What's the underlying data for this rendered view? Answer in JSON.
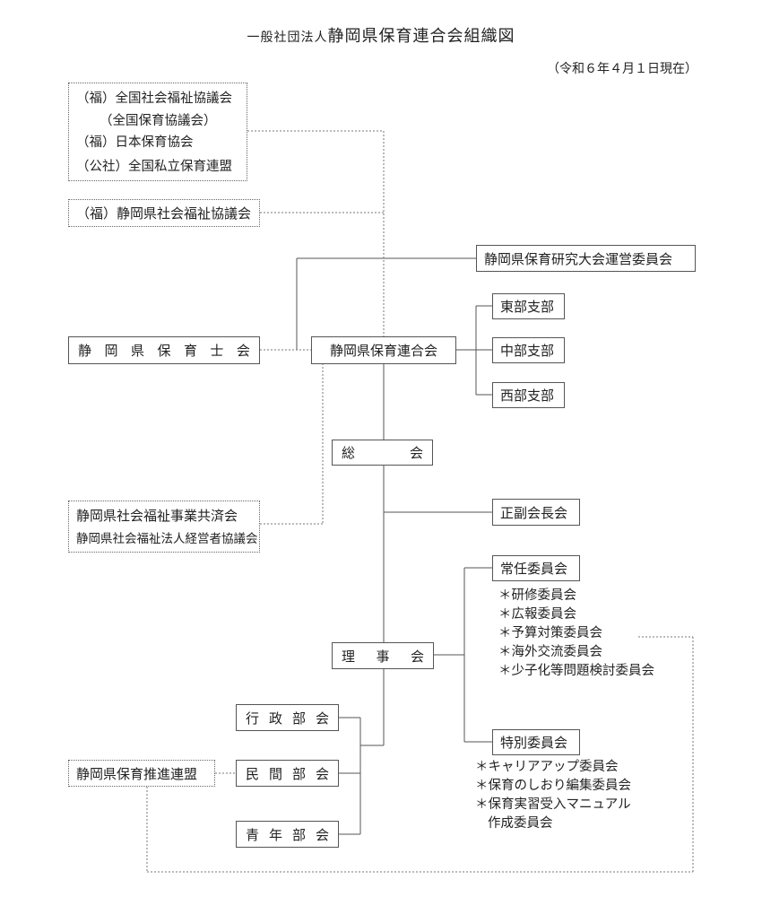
{
  "title": {
    "prefix": "一般社団法人",
    "main": "静岡県保育連合会組織図"
  },
  "date": "（令和６年４月１日現在）",
  "external_national": [
    "（福）全国社会福祉協議会",
    "（全国保育協議会）",
    "（福）日本保育協会",
    "（公社）全国私立保育連盟"
  ],
  "external_prefectural": "（福）静岡県社会福祉協議会",
  "external_mutual": [
    "静岡県社会福祉事業共済会",
    "静岡県社会福祉法人経営者協議会"
  ],
  "external_promotion": "静岡県保育推進連盟",
  "hoikushikai": [
    "静",
    "岡",
    "県",
    "保",
    "育",
    "士",
    "会"
  ],
  "central": "静岡県保育連合会",
  "research": "静岡県保育研究大会運営委員会",
  "branches": [
    "東部支部",
    "中部支部",
    "西部支部"
  ],
  "general_assembly": [
    "総",
    "会"
  ],
  "vice_chairs": "正副会長会",
  "board": [
    "理",
    "事",
    "会"
  ],
  "standing_committee": "常任委員会",
  "standing_items": [
    "＊研修委員会",
    "＊広報委員会",
    "＊予算対策委員会",
    "＊海外交流委員会",
    "＊少子化等問題検討委員会"
  ],
  "special_committee": "特別委員会",
  "special_items": [
    "＊キャリアアップ委員会",
    "＊保育のしおり編集委員会",
    "＊保育実習受入マニュアル",
    "作成委員会"
  ],
  "departments": [
    [
      "行",
      "政",
      "部",
      "会"
    ],
    [
      "民",
      "間",
      "部",
      "会"
    ],
    [
      "青",
      "年",
      "部",
      "会"
    ]
  ]
}
